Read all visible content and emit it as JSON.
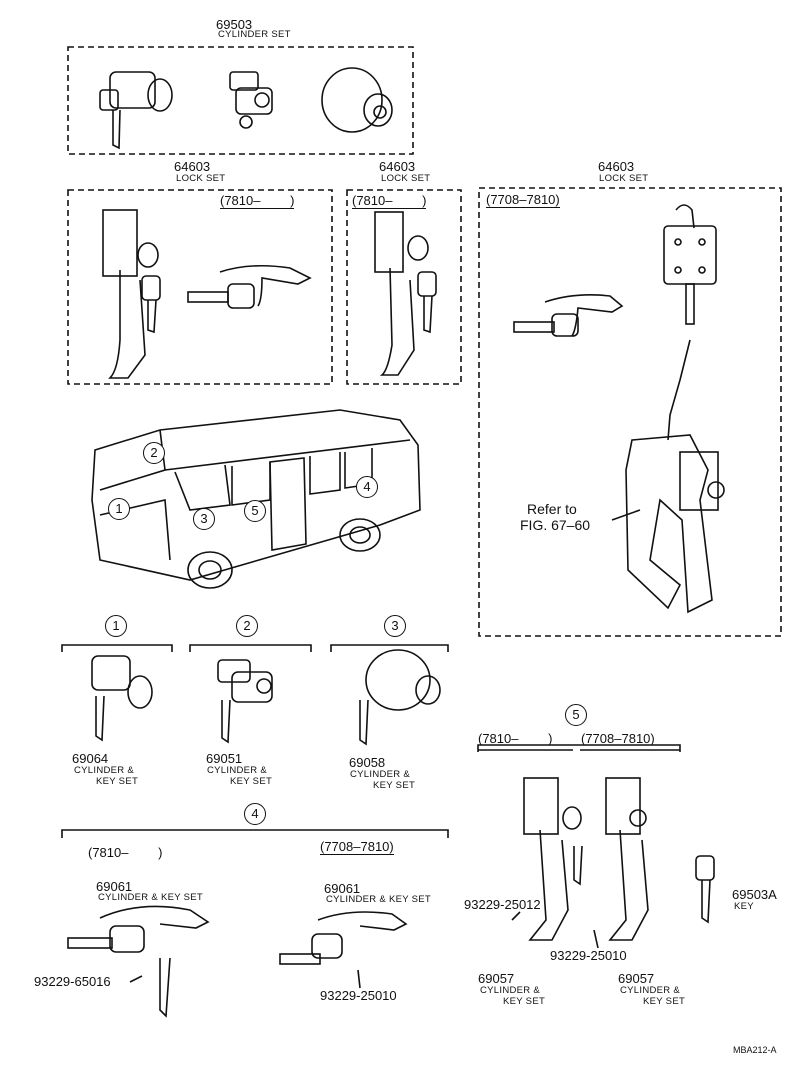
{
  "parts": {
    "cylinder_set_top": {
      "number": "69503",
      "name": "CYLINDER SET"
    },
    "lock_set_a": {
      "number": "64603",
      "name": "LOCK SET",
      "range": "(7810–   )"
    },
    "lock_set_b": {
      "number": "64603",
      "name": "LOCK SET",
      "range": "(7810–   )"
    },
    "lock_set_c": {
      "number": "64603",
      "name": "LOCK SET",
      "range": "(7708–7810)"
    },
    "refer": {
      "line1": "Refer to",
      "line2": "FIG. 67–60"
    },
    "p1": {
      "circle": "1",
      "number": "69064",
      "line1": "CYLINDER &",
      "line2": "KEY SET"
    },
    "p2": {
      "circle": "2",
      "number": "69051",
      "line1": "CYLINDER &",
      "line2": "KEY SET"
    },
    "p3": {
      "circle": "3",
      "number": "69058",
      "line1": "CYLINDER &",
      "line2": "KEY SET"
    },
    "p4": {
      "circle": "4",
      "range_a": "(7810–   )",
      "range_b": "(7708–7810)",
      "a_number": "69061",
      "a_name": "CYLINDER & KEY SET",
      "a_screw": "93229-65016",
      "b_number": "69061",
      "b_name": "CYLINDER & KEY SET",
      "b_screw": "93229-25010"
    },
    "p5": {
      "circle": "5",
      "range_a": "(7810–   )",
      "range_b": "(7708–7810)",
      "a_screw": "93229-25012",
      "b_screw": "93229-25010",
      "a_number": "69057",
      "a_line1": "CYLINDER &",
      "a_line2": "KEY SET",
      "b_number": "69057",
      "b_line1": "CYLINDER &",
      "b_line2": "KEY SET"
    },
    "key": {
      "number": "69503A",
      "name": "KEY"
    },
    "van_callouts": [
      "1",
      "2",
      "3",
      "4",
      "5"
    ]
  },
  "figure_code": "MBA212-A"
}
